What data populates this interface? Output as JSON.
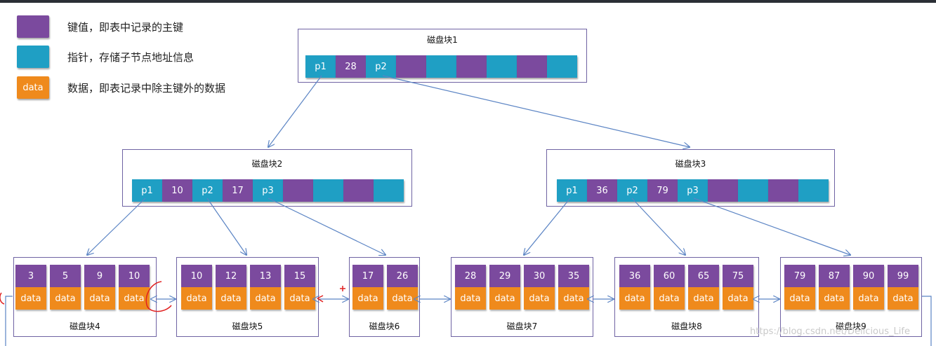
{
  "legend": [
    {
      "swatch_label": "",
      "text": "键值，即表中记录的主键",
      "color": "#7b4a9e"
    },
    {
      "swatch_label": "",
      "text": "指针，存储子节点地址信息",
      "color": "#1f9fc4"
    },
    {
      "swatch_label": "data",
      "text": "数据，即表记录中除主键外的数据",
      "color": "#ef8a1c"
    }
  ],
  "colors": {
    "key": "#7b4a9e",
    "pointer": "#1f9fc4",
    "data": "#ef8a1c",
    "border": "#6f63a3",
    "arrow": "#5b84c4",
    "annotation": "#e02020"
  },
  "root": {
    "title": "磁盘块1",
    "cells": [
      {
        "t": "p",
        "v": "p1"
      },
      {
        "t": "k",
        "v": "28"
      },
      {
        "t": "p",
        "v": "p2"
      },
      {
        "t": "k",
        "v": ""
      },
      {
        "t": "p",
        "v": ""
      },
      {
        "t": "k",
        "v": ""
      },
      {
        "t": "p",
        "v": ""
      },
      {
        "t": "k",
        "v": ""
      },
      {
        "t": "p",
        "v": ""
      }
    ]
  },
  "internal": [
    {
      "title": "磁盘块2",
      "cells": [
        {
          "t": "p",
          "v": "p1"
        },
        {
          "t": "k",
          "v": "10"
        },
        {
          "t": "p",
          "v": "p2"
        },
        {
          "t": "k",
          "v": "17"
        },
        {
          "t": "p",
          "v": "p3"
        },
        {
          "t": "k",
          "v": ""
        },
        {
          "t": "p",
          "v": ""
        },
        {
          "t": "k",
          "v": ""
        },
        {
          "t": "p",
          "v": ""
        }
      ]
    },
    {
      "title": "磁盘块3",
      "cells": [
        {
          "t": "p",
          "v": "p1"
        },
        {
          "t": "k",
          "v": "36"
        },
        {
          "t": "p",
          "v": "p2"
        },
        {
          "t": "k",
          "v": "79"
        },
        {
          "t": "p",
          "v": "p3"
        },
        {
          "t": "k",
          "v": ""
        },
        {
          "t": "p",
          "v": ""
        },
        {
          "t": "k",
          "v": ""
        },
        {
          "t": "p",
          "v": ""
        }
      ]
    }
  ],
  "leaves": [
    {
      "title": "磁盘块4",
      "keys": [
        "3",
        "5",
        "9",
        "10"
      ],
      "data": [
        "data",
        "data",
        "data",
        "data"
      ]
    },
    {
      "title": "磁盘块5",
      "keys": [
        "10",
        "12",
        "13",
        "15"
      ],
      "data": [
        "data",
        "data",
        "data",
        "data"
      ]
    },
    {
      "title": "磁盘块6",
      "keys": [
        "17",
        "26"
      ],
      "data": [
        "data",
        "data"
      ]
    },
    {
      "title": "磁盘块7",
      "keys": [
        "28",
        "29",
        "30",
        "35"
      ],
      "data": [
        "data",
        "data",
        "data",
        "data"
      ]
    },
    {
      "title": "磁盘块8",
      "keys": [
        "36",
        "60",
        "65",
        "75"
      ],
      "data": [
        "data",
        "data",
        "data",
        "data"
      ]
    },
    {
      "title": "磁盘块9",
      "keys": [
        "79",
        "87",
        "90",
        "99"
      ],
      "data": [
        "data",
        "data",
        "data",
        "data"
      ]
    }
  ],
  "watermark": "https://blog.csdn.net/Delicious_Life"
}
